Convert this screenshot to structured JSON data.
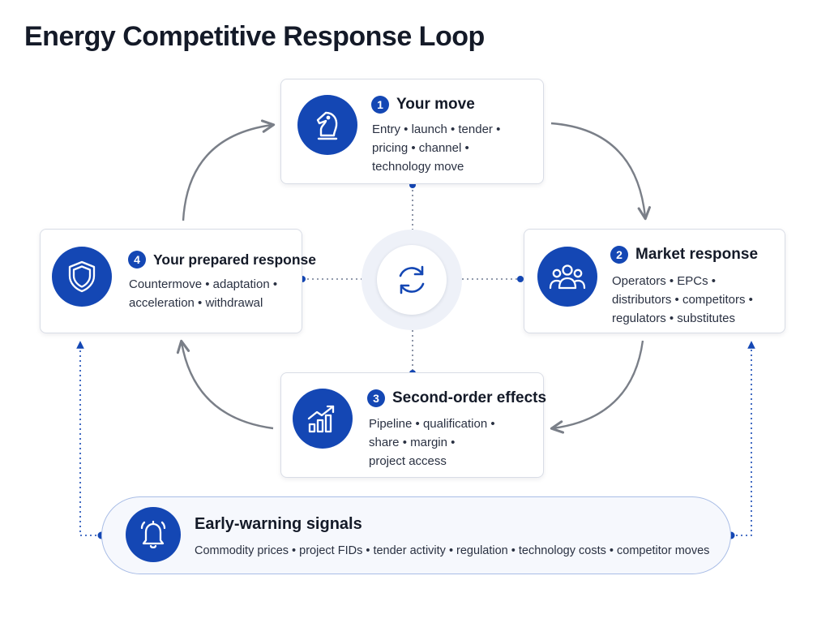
{
  "title": "Energy Competitive Response Loop",
  "colors": {
    "accent": "#1447b4",
    "arrow": "#7a7f88",
    "border": "#d9dde6"
  },
  "center": {
    "icon": "refresh-cycle-icon"
  },
  "steps": [
    {
      "number": "1",
      "title": "Your move",
      "icon": "chess-knight-icon",
      "lines": [
        "Entry • launch • tender •",
        "pricing • channel •",
        "technology move"
      ]
    },
    {
      "number": "2",
      "title": "Market response",
      "icon": "people-group-icon",
      "lines": [
        "Operators • EPCs •",
        "distributors • competitors •",
        "regulators • substitutes"
      ]
    },
    {
      "number": "3",
      "title": "Second-order effects",
      "icon": "trend-chart-icon",
      "lines": [
        "Pipeline • qualification •",
        "share • margin •",
        "project access"
      ]
    },
    {
      "number": "4",
      "title": "Your prepared response",
      "icon": "shield-icon",
      "lines": [
        "Countermove • adaptation •",
        "acceleration • withdrawal"
      ]
    }
  ],
  "signals": {
    "title": "Early-warning signals",
    "icon": "bell-icon",
    "description": "Commodity prices • project FIDs • tender activity • regulation • technology costs • competitor moves"
  }
}
